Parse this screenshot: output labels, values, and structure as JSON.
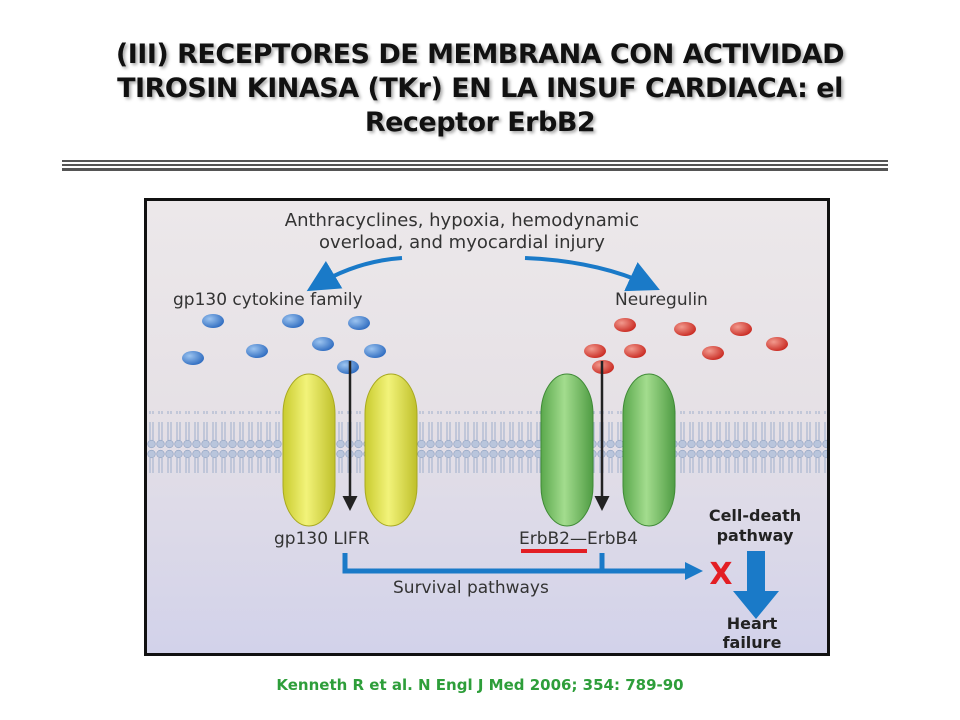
{
  "title": {
    "line1": "(III) RECEPTORES DE MEMBRANA CON ACTIVIDAD",
    "line2": "TIROSIN KINASA (TKr) EN LA INSUF CARDIACA: el",
    "line3": "Receptor ErbB2"
  },
  "diagram": {
    "stimulus_line1": "Anthracyclines, hypoxia, hemodynamic",
    "stimulus_line2": "overload, and myocardial injury",
    "left_ligand": "gp130 cytokine family",
    "right_ligand": "Neuregulin",
    "left_receptor": "gp130 LIFR",
    "right_receptor": "ErbB2—ErbB4",
    "cell_death_line1": "Cell-death",
    "cell_death_line2": "pathway",
    "survival": "Survival pathways",
    "heart_failure_line1": "Heart",
    "heart_failure_line2": "failure",
    "block_symbol": "X"
  },
  "colors": {
    "arrow_blue": "#1a7ac8",
    "cytokine_blue": "#3f7fd0",
    "neuregulin_red": "#d83a2e",
    "yellow_receptor": "#e6e85a",
    "green_receptor": "#7cc66a",
    "inhibit_red": "#e31e24",
    "citation_green": "#2e9e3a"
  },
  "citation": "Kenneth R et al. N Engl J Med 2006; 354: 789-90"
}
